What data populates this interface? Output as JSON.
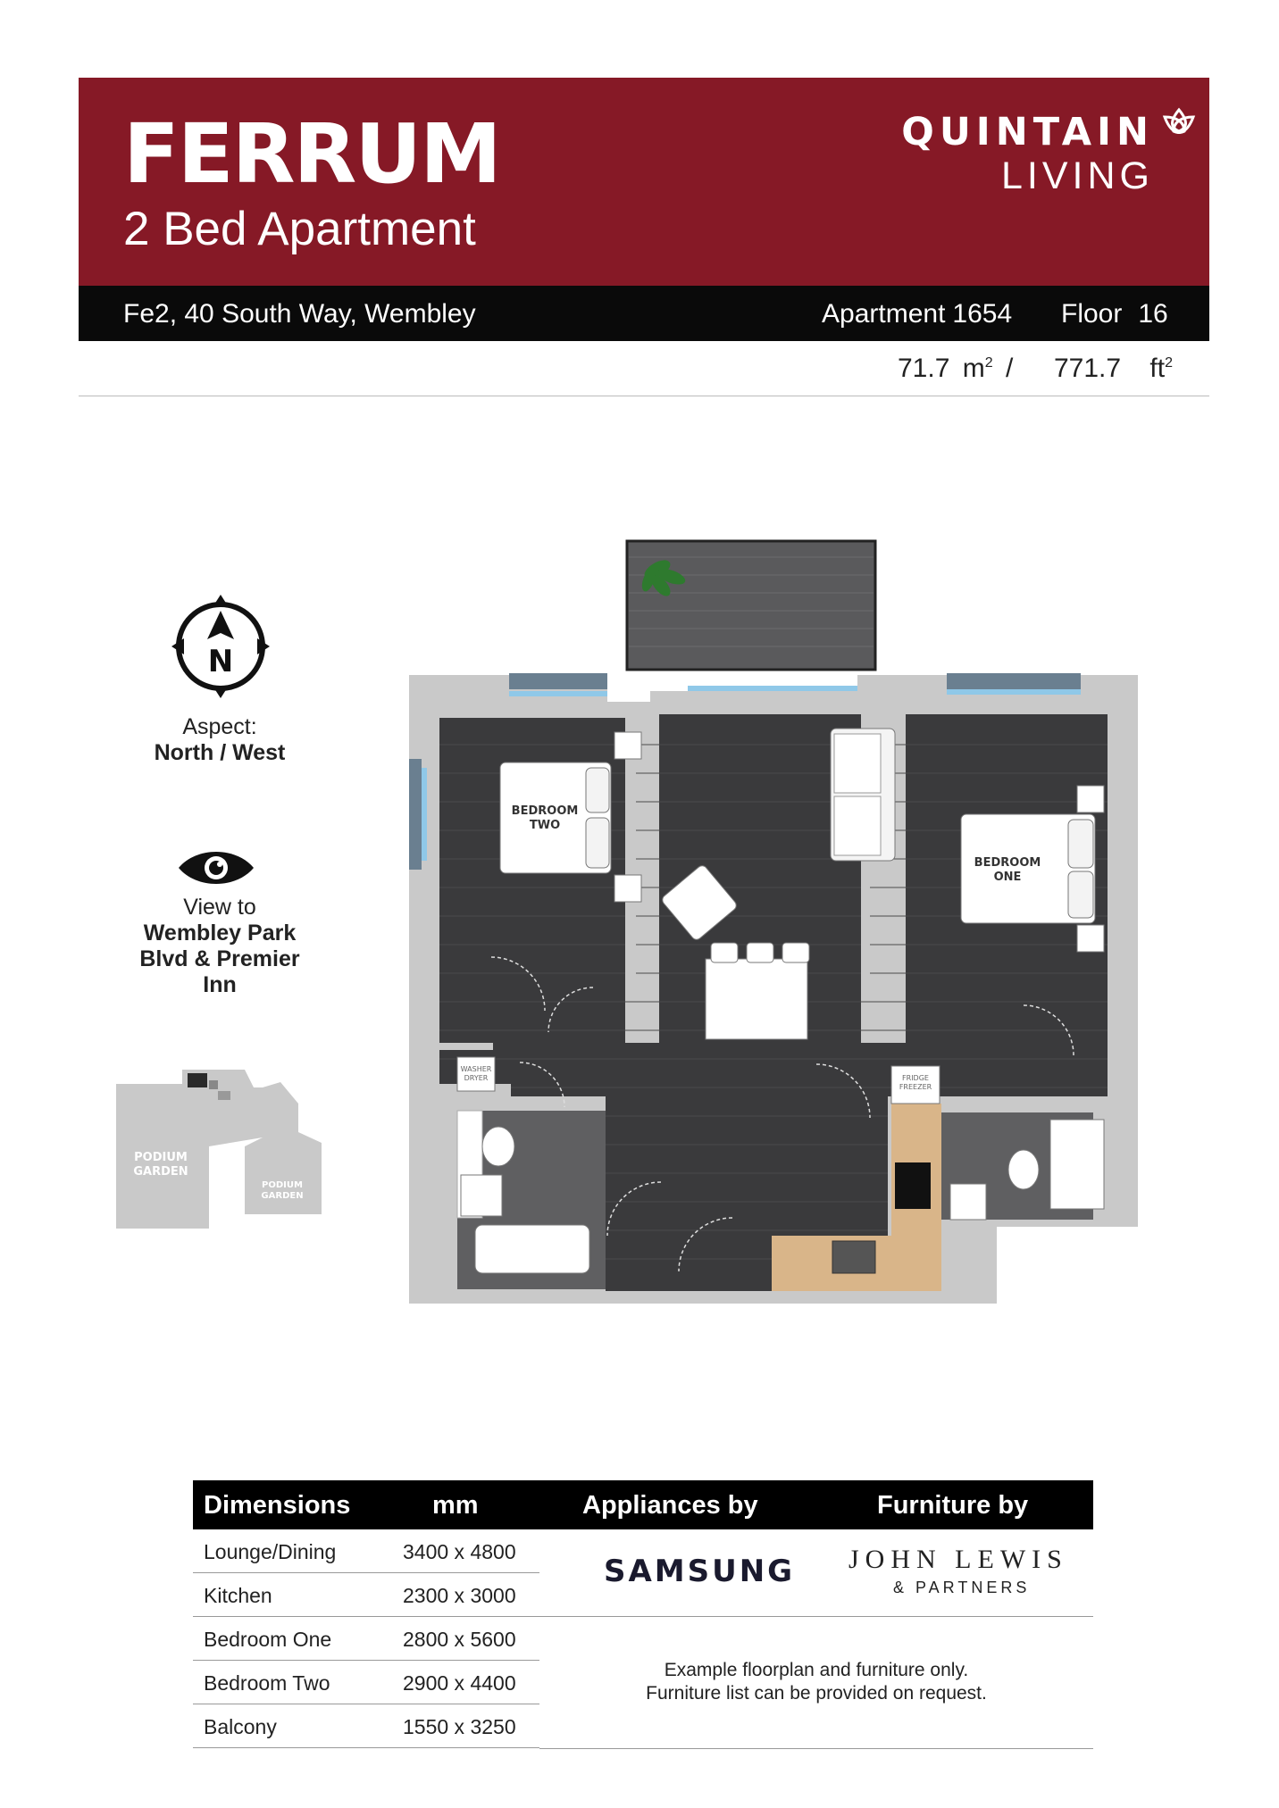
{
  "header": {
    "title": "FERRUM",
    "subtitle": "2 Bed Apartment",
    "brand_top": "QUINTAIN",
    "brand_bottom": "LIVING"
  },
  "address_bar": {
    "address": "Fe2, 40 South Way, Wembley",
    "apartment_label": "Apartment",
    "apartment_number": "1654",
    "floor_label": "Floor",
    "floor_number": "16"
  },
  "area": {
    "sqm": "71.7",
    "sqm_unit": "m",
    "sqft": "771.7",
    "sqft_unit": "ft",
    "superscript": "2",
    "separator": "/"
  },
  "sidebar": {
    "compass_letter": "N",
    "aspect_label": "Aspect:",
    "aspect_value": "North / West",
    "view_label": "View to",
    "view_line1": "Wembley Park",
    "view_line2": "Blvd & Premier",
    "view_line3": "Inn",
    "podium_garden_1": "PODIUM GARDEN",
    "podium_garden_2": "PODIUM GARDEN"
  },
  "floorplan": {
    "bedroom_two_line1": "BEDROOM",
    "bedroom_two_line2": "TWO",
    "bedroom_one_line1": "BEDROOM",
    "bedroom_one_line2": "ONE",
    "washer_line1": "WASHER",
    "washer_line2": "DRYER",
    "fridge_line1": "FRIDGE",
    "fridge_line2": "FREEZER"
  },
  "table": {
    "headers": {
      "dimensions": "Dimensions",
      "mm": "mm",
      "appliances": "Appliances by",
      "furniture": "Furniture by"
    },
    "rows": [
      {
        "room": "Lounge/Dining",
        "size": "3400 x 4800"
      },
      {
        "room": "Kitchen",
        "size": "2300 x 3000"
      },
      {
        "room": "Bedroom One",
        "size": "2800 x 5600"
      },
      {
        "room": "Bedroom Two",
        "size": "2900 x 4400"
      },
      {
        "room": "Balcony",
        "size": "1550 x 3250"
      }
    ],
    "appliances_brand": "SAMSUNG",
    "furniture_brand_top": "JOHN LEWIS",
    "furniture_brand_bottom": "& PARTNERS",
    "note_line1": "Example floorplan and furniture only.",
    "note_line2": "Furniture list can be provided on request."
  },
  "colors": {
    "brand_red": "#861926",
    "bar_black": "#0a0a0a",
    "floor_dark": "#3a3a3c",
    "wall_grey": "#c9c9c9",
    "window_blue": "#8fc8e8",
    "kitchen_wood": "#d9b589"
  }
}
